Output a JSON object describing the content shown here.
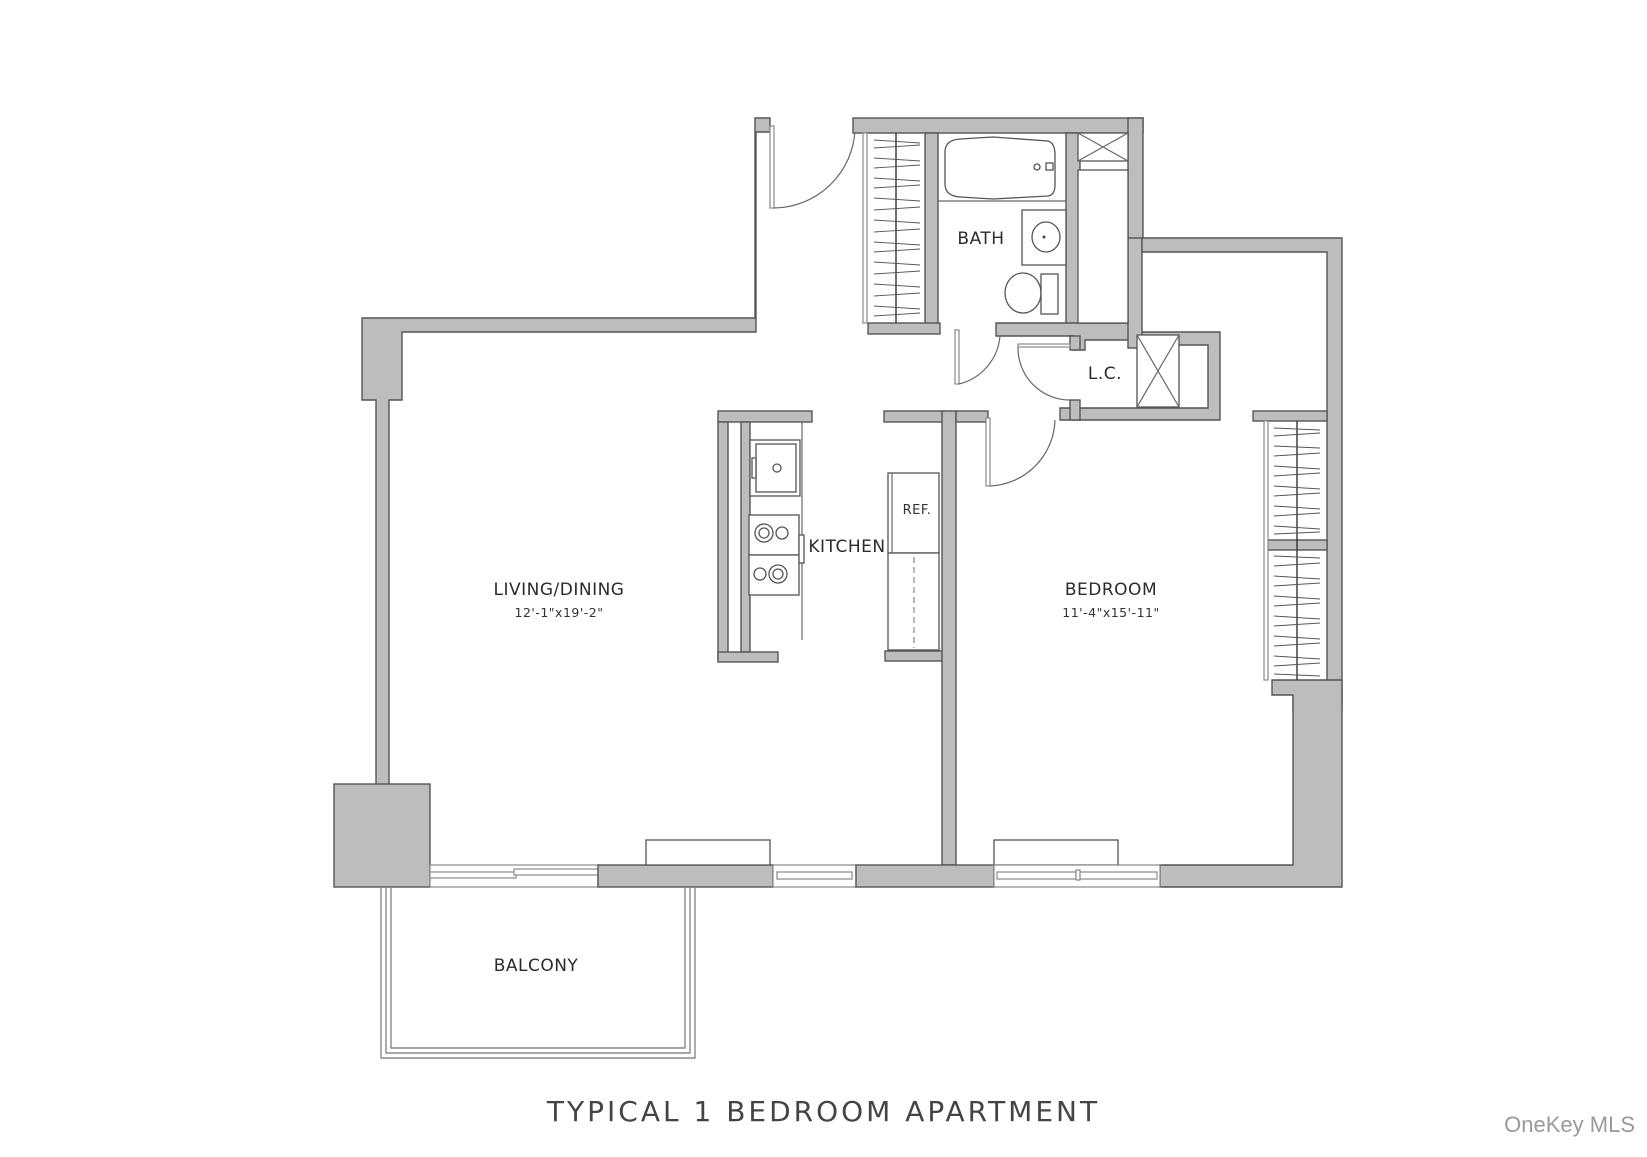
{
  "plan": {
    "title": "TYPICAL 1 BEDROOM APARTMENT",
    "watermark": "OneKey MLS",
    "colors": {
      "wall_fill": "#bdbdbd",
      "wall_stroke": "#555555",
      "background": "#ffffff",
      "text": "#2b2b2b",
      "watermark": "#9a9a9a"
    },
    "rooms": [
      {
        "id": "living-dining",
        "label": "LIVING/DINING",
        "dimensions": "12'-1\"x19'-2\""
      },
      {
        "id": "bedroom",
        "label": "BEDROOM",
        "dimensions": "11'-4\"x15'-11\""
      },
      {
        "id": "kitchen",
        "label": "KITCHEN"
      },
      {
        "id": "bath",
        "label": "BATH"
      },
      {
        "id": "linen-closet",
        "label": "L.C."
      },
      {
        "id": "refrigerator",
        "label": "REF."
      },
      {
        "id": "balcony",
        "label": "BALCONY"
      }
    ]
  }
}
